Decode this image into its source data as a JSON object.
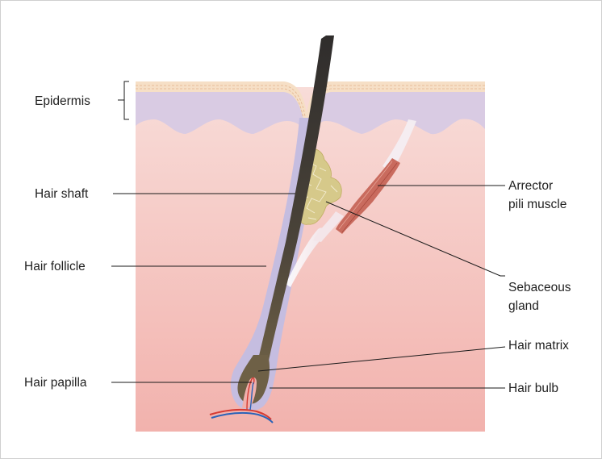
{
  "labels": {
    "epidermis": "Epidermis",
    "hair_shaft": "Hair shaft",
    "hair_follicle": "Hair follicle",
    "hair_papilla": "Hair papilla",
    "arrector_line1": "Arrector",
    "arrector_line2": "pili muscle",
    "sebaceous_line1": "Sebaceous",
    "sebaceous_line2": "gland",
    "hair_matrix": "Hair matrix",
    "hair_bulb": "Hair bulb"
  },
  "colors": {
    "dermis_top": "#f8dcd8",
    "dermis_bottom": "#f2b2ad",
    "epidermis_basal": "#d9cbe3",
    "stratum_corneum": "#f6dfc6",
    "follicle_sheath": "#c5bde0",
    "hair_shaft": "#3e3a36",
    "hair_bulb": "#6e6046",
    "sebaceous_gland": "#d6c98a",
    "muscle": "#c96b5e",
    "artery": "#d63a32",
    "vein": "#2a63b8"
  }
}
